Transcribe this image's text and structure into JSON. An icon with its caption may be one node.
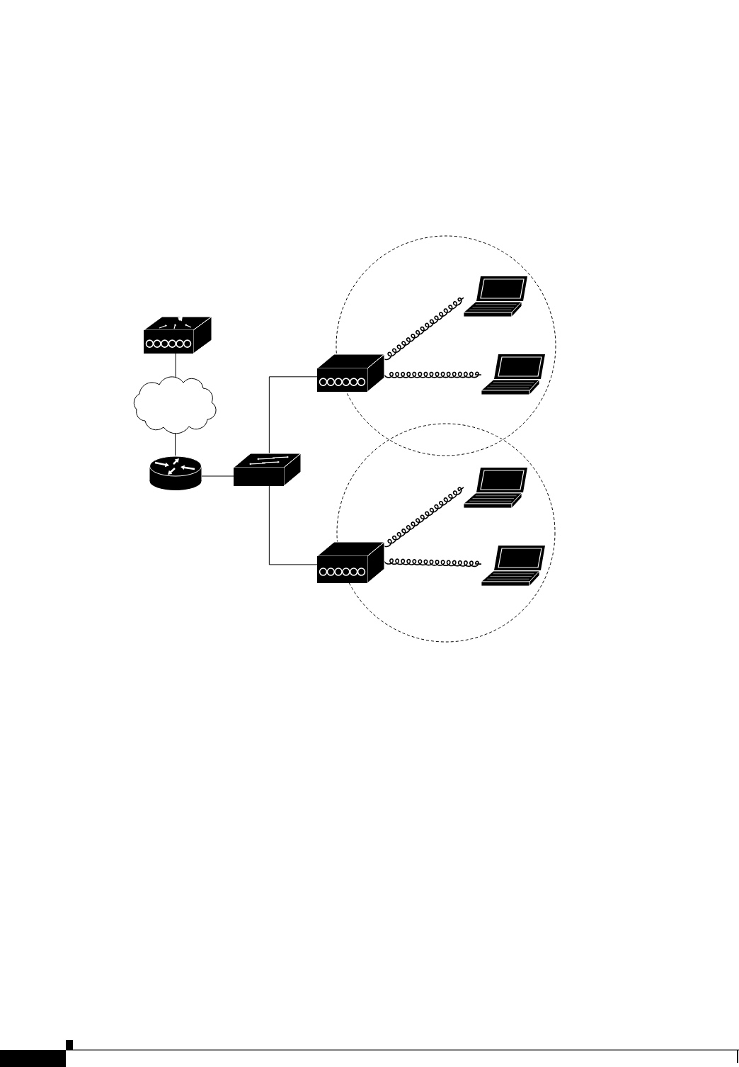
{
  "diagram": {
    "nodes": [
      {
        "text": [],
        "shape": "box"
      },
      {
        "text": [],
        "shape": "cloud"
      },
      {
        "text": [],
        "shape": "cylinder"
      },
      {
        "text": [],
        "shape": "box"
      },
      {
        "text": [],
        "shape": "box"
      },
      {
        "text": [],
        "shape": "laptop"
      },
      {
        "text": [],
        "shape": "laptop"
      },
      {
        "text": [],
        "shape": "box"
      },
      {
        "text": [],
        "shape": "laptop"
      },
      {
        "text": [],
        "shape": "laptop"
      }
    ],
    "edges": [
      {
        "from": 0,
        "to": 1,
        "arrow": "none"
      },
      {
        "from": 1,
        "to": 2,
        "arrow": "none"
      },
      {
        "from": 2,
        "to": 3,
        "arrow": "none"
      },
      {
        "from": 3,
        "to": 4,
        "arrow": "none"
      },
      {
        "from": 3,
        "to": 7,
        "arrow": "none"
      },
      {
        "from": 4,
        "to": 5,
        "arrow": "none"
      },
      {
        "from": 4,
        "to": 6,
        "arrow": "none"
      },
      {
        "from": 7,
        "to": 8,
        "arrow": "none"
      },
      {
        "from": 7,
        "to": 9,
        "arrow": "none"
      }
    ]
  }
}
